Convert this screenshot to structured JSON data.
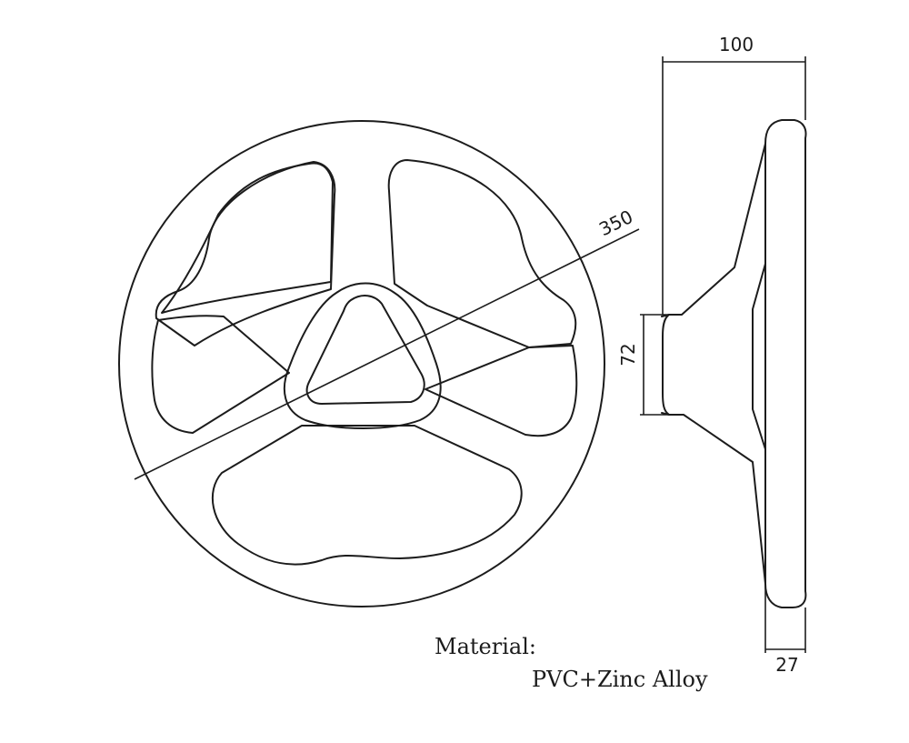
{
  "dimensions": {
    "diameter": "350",
    "depth": "100",
    "hub": "72",
    "rim": "27"
  },
  "material": {
    "label": "Material:",
    "value": "PVC+Zinc Alloy"
  }
}
